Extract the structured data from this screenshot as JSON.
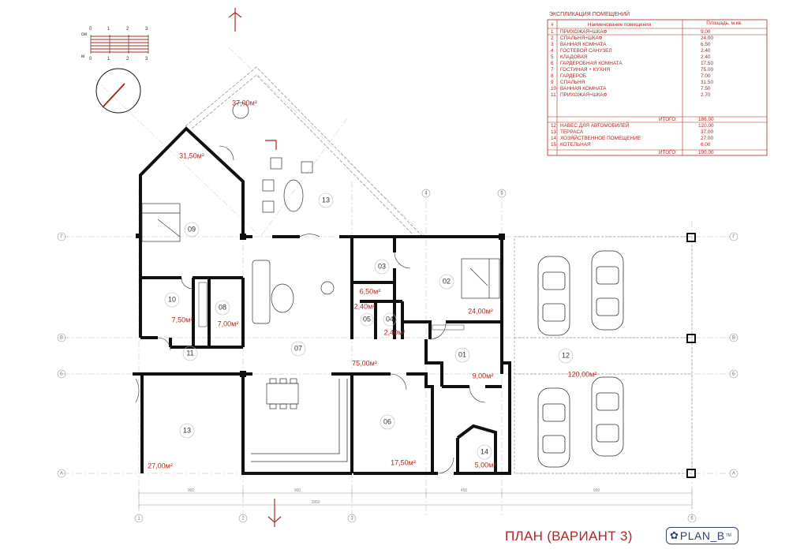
{
  "drawing": {
    "title": "ПЛАН (ВАРИАНТ 3)",
    "logo_text": "PLAN_B",
    "logo_tm": "TM",
    "logo_icon": "flower-icon",
    "accent_color": "#b3261e",
    "line_color": "#111111",
    "logo_color": "#2f3f7a"
  },
  "scale_bar": {
    "unit_top": "см",
    "unit_bottom": "м",
    "ticks_top": [
      "0",
      "1",
      "2",
      "3"
    ],
    "ticks_bottom": [
      "0",
      "1",
      "2",
      "3"
    ]
  },
  "explication": {
    "title": "ЭКСПЛИКАЦИЯ ПОМЕЩЕНИЙ",
    "header": {
      "num": "#",
      "name": "Наименование помещения",
      "area": "Площадь, м.кв."
    },
    "rows": [
      {
        "num": "1",
        "name": "ПРИХОЖАЯ+ШКАФ",
        "area": "9.00"
      },
      {
        "num": "2",
        "name": "СПАЛЬНЯ+ШКАФ",
        "area": "24.00"
      },
      {
        "num": "3",
        "name": "ВАННАЯ КОМНАТА",
        "area": "6.50"
      },
      {
        "num": "4",
        "name": "ГОСТЕВОЙ САНУЗЕЛ",
        "area": "2.40"
      },
      {
        "num": "5",
        "name": "КЛАДОВАЯ",
        "area": "2.40"
      },
      {
        "num": "6",
        "name": "ГАРДЕРОБНАЯ КОМНАТА",
        "area": "17.50"
      },
      {
        "num": "7",
        "name": "ГОСТИНАЯ + КУХНЯ",
        "area": "75.00"
      },
      {
        "num": "8",
        "name": "ГАРДЕРОБ",
        "area": "7.00"
      },
      {
        "num": "9",
        "name": "СПАЛЬНЯ",
        "area": "31.50"
      },
      {
        "num": "10",
        "name": "ВАННАЯ КОМНАТА",
        "area": "7.50"
      },
      {
        "num": "11",
        "name": "ПРИХОЖАЯ+ШКАФ",
        "area": "2.70"
      }
    ],
    "subtotal_label": "ИТОГО:",
    "subtotal": "186.00",
    "extra_rows": [
      {
        "num": "12",
        "name": "НАВЕС ДЛЯ АВТОМОБИЛЕЙ",
        "area": "120.00"
      },
      {
        "num": "13",
        "name": "ТЕРРАСА",
        "area": "37.00"
      },
      {
        "num": "14",
        "name": "ХОЗЯЙСТВЕННОЕ ПОМЕЩЕНИЕ",
        "area": "27.00"
      },
      {
        "num": "15",
        "name": "КОТЕЛЬНАЯ",
        "area": "6.00"
      }
    ],
    "total_label": "ИТОГО:",
    "total": "190.00"
  },
  "rooms": [
    {
      "num": "01",
      "area": "9,00м²"
    },
    {
      "num": "02",
      "area": "24,00м²"
    },
    {
      "num": "03",
      "area": "6,50м²"
    },
    {
      "num": "04",
      "area": "2,40м²"
    },
    {
      "num": "05",
      "area": "2,40м²"
    },
    {
      "num": "06",
      "area": "17,50м²"
    },
    {
      "num": "07",
      "area": "75,00м²"
    },
    {
      "num": "08",
      "area": "7,00м²"
    },
    {
      "num": "09",
      "area": "31,50м²"
    },
    {
      "num": "10",
      "area": "7,50м²"
    },
    {
      "num": "11",
      "area": ""
    },
    {
      "num": "12",
      "area": "120,00м²"
    },
    {
      "num": "13",
      "area": "37,00м²"
    },
    {
      "num": "13",
      "area": "27,00м²"
    },
    {
      "num": "14",
      "area": "5,00м²"
    }
  ],
  "axes": {
    "vertical": [
      "1",
      "2",
      "3",
      "4",
      "5",
      "6"
    ],
    "horizontal": [
      "Г",
      "В",
      "Б",
      "А"
    ]
  },
  "dimensions": [
    "900",
    "900",
    "450",
    "950",
    "2850"
  ]
}
